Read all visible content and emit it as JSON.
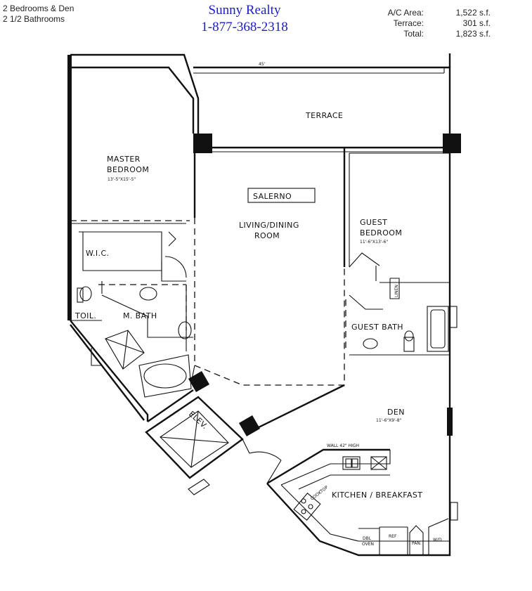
{
  "header": {
    "bedrooms": "2 Bedrooms & Den",
    "bathrooms": "2 1/2 Bathrooms",
    "company": "Sunny Realty",
    "phone": "1-877-368-2318"
  },
  "areas": [
    {
      "label": "A/C Area:",
      "value": "1,522 s.f."
    },
    {
      "label": "Terrace:",
      "value": "301 s.f."
    },
    {
      "label": "Total:",
      "value": "1,823 s.f."
    }
  ],
  "plan": {
    "model_name": "SALERNO",
    "terrace_dim": "45'",
    "rooms": {
      "terrace": "TERRACE",
      "master_bedroom_1": "MASTER",
      "master_bedroom_2": "BEDROOM",
      "master_bedroom_dim": "13'-5\"X15'-5\"",
      "living_1": "LIVING/DINING",
      "living_2": "ROOM",
      "guest_bedroom_1": "GUEST",
      "guest_bedroom_2": "BEDROOM",
      "guest_bedroom_dim": "11'-6\"X13'-6\"",
      "wic": "W.I.C.",
      "linen": "LINEN",
      "toilet": "TOIL.",
      "master_bath": "M. BATH",
      "guest_bath": "GUEST BATH",
      "elevator": "ELEV.",
      "den": "DEN",
      "den_dim": "11'-6\"X9'-8\"",
      "wall_note": "WALL 42\" HIGH",
      "kitchen": "KITCHEN / BREAKFAST",
      "cooktop": "COOKTOP",
      "dbl_oven_1": "DBL",
      "dbl_oven_2": "OVEN",
      "ref": "REF",
      "pan": "PAN.",
      "wd": "W/D"
    }
  }
}
